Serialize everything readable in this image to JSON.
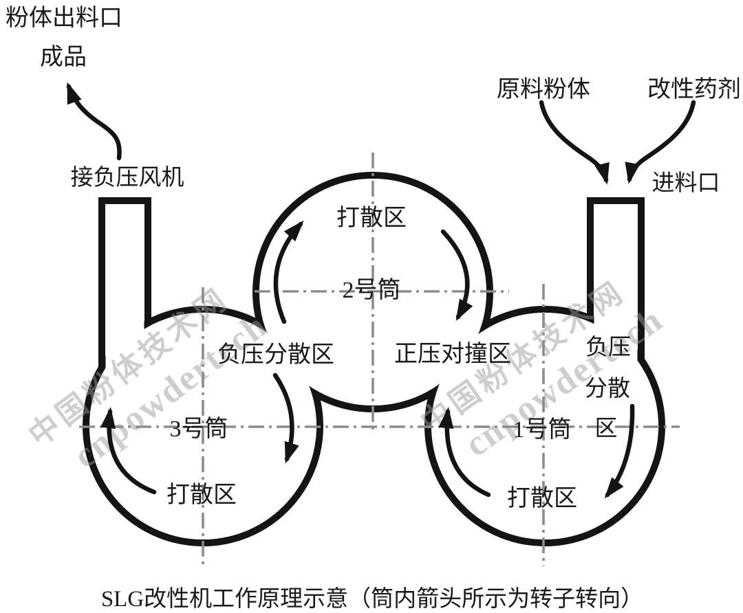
{
  "figure": {
    "caption": "SLG改性机工作原理示意（筒内箭头所示为转子转向）",
    "background_color": "#ffffff",
    "ink_color": "#141414",
    "centerline_color": "#8c8c8c",
    "watermark_color": "#9a9a9a"
  },
  "labels": {
    "outlet_port": "粉体出料口",
    "product": "成品",
    "fan": "接负压风机",
    "raw_powder": "原料粉体",
    "agent": "改性药剂",
    "inlet_port": "进料口"
  },
  "cylinders": {
    "top": {
      "name": "2号筒",
      "zone": "打散区"
    },
    "left": {
      "name": "3号筒",
      "zone": "打散区"
    },
    "right": {
      "name": "1号筒",
      "zone": "打散区"
    }
  },
  "zones": {
    "negative_pressure_dispersion": "负压分散区",
    "positive_pressure_collision": "正压对撞区",
    "right_vertical": {
      "line1": "负压",
      "line2": "分散",
      "line3": "区"
    }
  },
  "watermark": {
    "cn": "中国粉体技术网",
    "en": "cnpowdertech"
  }
}
